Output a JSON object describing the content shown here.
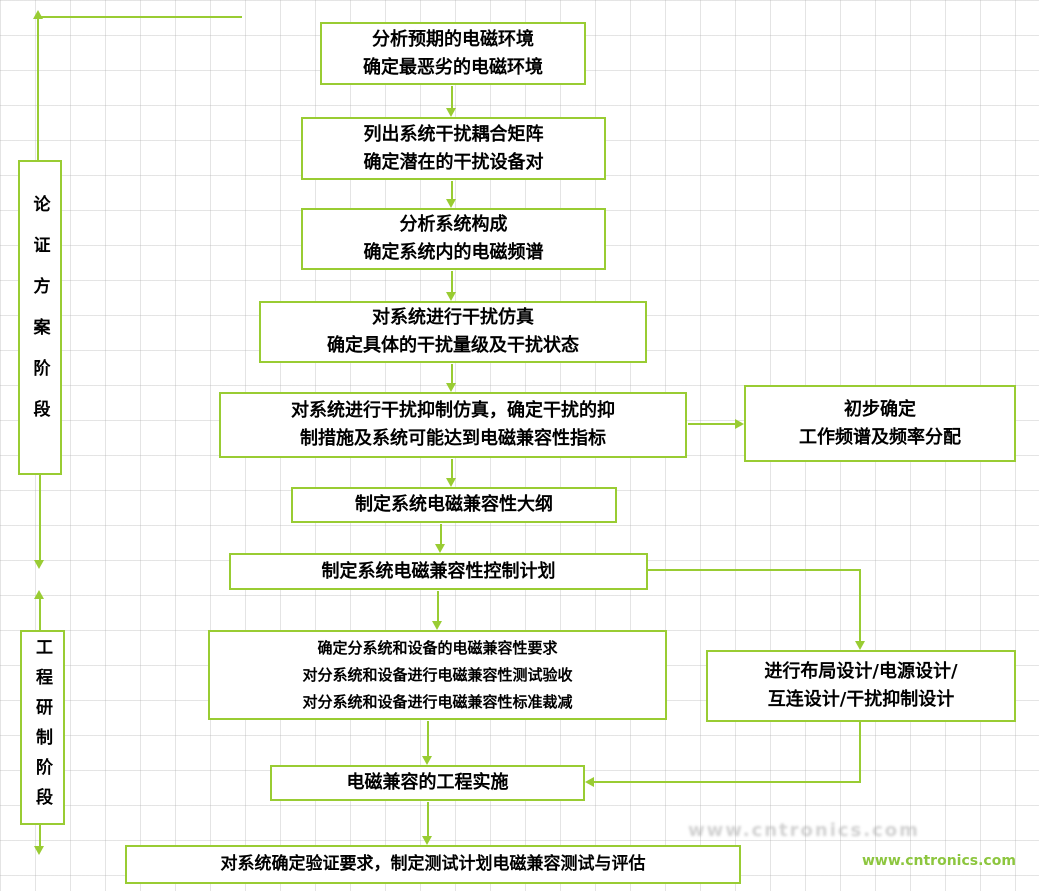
{
  "colors": {
    "accent": "#99cc33",
    "watermark_green": "#8dc63f",
    "text": "#000000"
  },
  "phases": [
    {
      "name": "论证方案阶段"
    },
    {
      "name": "工程研制阶段"
    }
  ],
  "nodes": {
    "analyze_env": {
      "lines": [
        "分析预期的电磁环境",
        "确定最恶劣的电磁环境"
      ]
    },
    "coupling_matrix": {
      "lines": [
        "列出系统干扰耦合矩阵",
        "确定潜在的干扰设备对"
      ]
    },
    "system_composition": {
      "lines": [
        "分析系统构成",
        "确定系统内的电磁频谱"
      ]
    },
    "interference_simulation": {
      "lines": [
        "对系统进行干扰仿真",
        "确定具体的干扰量级及干扰状态"
      ]
    },
    "suppression_simulation": {
      "lines": [
        "对系统进行干扰抑制仿真，确定干扰的抑",
        "制措施及系统可能达到电磁兼容性指标"
      ]
    },
    "initial_frequency_allocation": {
      "lines": [
        "初步确定",
        "工作频谱及频率分配"
      ]
    },
    "emc_outline": {
      "lines": [
        "制定系统电磁兼容性大纲"
      ]
    },
    "emc_control_plan": {
      "lines": [
        "制定系统电磁兼容性控制计划"
      ]
    },
    "subsystem_requirements": {
      "lines": [
        "确定分系统和设备的电磁兼容性要求",
        "对分系统和设备进行电磁兼容性测试验收",
        "对分系统和设备进行电磁兼容性标准裁减"
      ]
    },
    "layout_design": {
      "lines": [
        "进行布局设计/电源设计/",
        "互连设计/干扰抑制设计"
      ]
    },
    "engineering_implementation": {
      "lines": [
        "电磁兼容的工程实施"
      ]
    },
    "verification": {
      "lines": [
        "对系统确定验证要求，制定测试计划电磁兼容测试与评估"
      ]
    }
  },
  "watermark": {
    "url": "www.cntronics.com"
  }
}
